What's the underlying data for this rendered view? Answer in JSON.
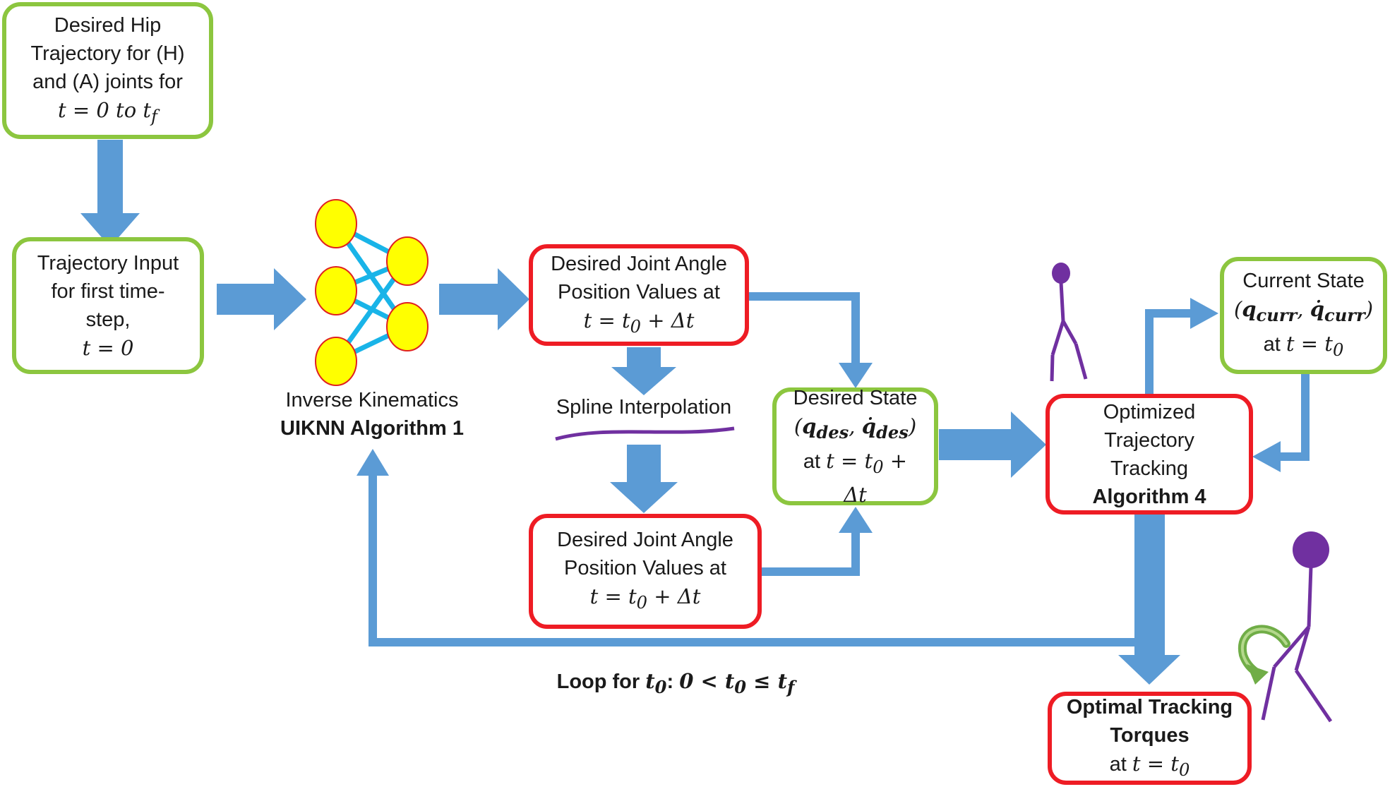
{
  "colors": {
    "arrow": "#5b9bd5",
    "green_border": "#8cc63f",
    "red_border": "#ee1c24",
    "node_fill": "#ffff00",
    "node_stroke": "#e02020",
    "network_link": "#19b4e8",
    "figure": "#7030a0",
    "rotation_arrow": "#70ad47"
  },
  "boxes": {
    "desired_hip": {
      "line1": "Desired Hip",
      "line2": "Trajectory for (H)",
      "line3": "and (A) joints for",
      "line4_math": "t = 0 to t",
      "line4_sub": "f"
    },
    "trajectory_input": {
      "line1": "Trajectory Input",
      "line2": "for first time-",
      "line3": "step,",
      "line4_math": "t = 0"
    },
    "joint_angle_top": {
      "line1": "Desired Joint Angle",
      "line2": "Position Values at",
      "line3_math": "t = t",
      "line3_sub": "0",
      "line3_tail": " + Δt"
    },
    "joint_angle_bottom": {
      "line1": "Desired Joint Angle",
      "line2": "Position Values at",
      "line3_math": "t = t",
      "line3_sub": "0",
      "line3_tail": " + Δt"
    },
    "desired_state": {
      "line1": "Desired State",
      "line2_open": "(",
      "q": "q",
      "q_sub": "des",
      "comma": ", ",
      "qdot": "q̇",
      "qdot_sub": "des",
      "line2_close": ")",
      "line3_text": "at ",
      "line3_math": "t = t",
      "line3_sub": "0",
      "line3_tail": " +",
      "line4": "Δt"
    },
    "optimized_tracking": {
      "line1": "Optimized",
      "line2": "Trajectory",
      "line3": "Tracking",
      "line4": "Algorithm 4"
    },
    "current_state": {
      "line1": "Current State",
      "line2_open": "(",
      "q": "q",
      "q_sub": "curr",
      "comma": ", ",
      "qdot": "q̇",
      "qdot_sub": "curr",
      "line2_close": ")",
      "line3_text": "at ",
      "line3_math": "t = t",
      "line3_sub": "0"
    },
    "optimal_torques": {
      "line1": "Optimal Tracking",
      "line2": "Torques",
      "line3_text": "at ",
      "line3_math": "t = t",
      "line3_sub": "0"
    }
  },
  "labels": {
    "ik_line1": "Inverse Kinematics",
    "ik_line2": "UIKNN Algorithm 1",
    "spline": "Spline Interpolation",
    "loop_text": "Loop for ",
    "loop_t": "t",
    "loop_t_sub": "0",
    "loop_colon": ": ",
    "loop_zero": "0 < ",
    "loop_t2": "t",
    "loop_t2_sub": "0",
    "loop_le": " ≤ ",
    "loop_tf": "t",
    "loop_tf_sub": "f"
  }
}
